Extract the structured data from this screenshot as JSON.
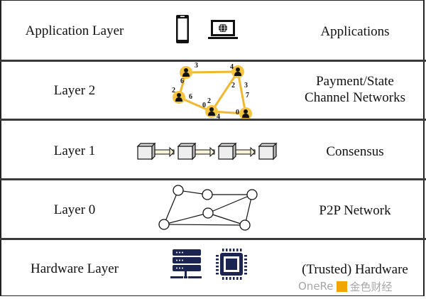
{
  "layers": [
    {
      "name": "Application Layer",
      "description": "Applications",
      "illustration": [
        "smartphone-icon",
        "laptop-globe-icon"
      ]
    },
    {
      "name": "Layer 2",
      "description": "Payment/State Channel Networks",
      "description_lines": [
        "Payment/State",
        "Channel Networks"
      ],
      "illustration": [
        "payment-channel-network"
      ]
    },
    {
      "name": "Layer 1",
      "description": "Consensus",
      "illustration": [
        "blockchain-blocks"
      ]
    },
    {
      "name": "Layer 0",
      "description": "P2P Network",
      "illustration": [
        "p2p-graph"
      ]
    },
    {
      "name": "Hardware Layer",
      "description": "(Trusted) Hardware",
      "illustration": [
        "server-icon",
        "cpu-chip-icon"
      ]
    }
  ],
  "payment_network": {
    "node_color": "#f5c542",
    "edge_color": "#f0b82d",
    "edge_labels": [
      "3",
      "6",
      "4",
      "2",
      "3",
      "7",
      "2",
      "6",
      "0",
      "2",
      "4",
      "0"
    ]
  },
  "blockchain": {
    "block_count": 4
  },
  "watermark": {
    "text": "OneRe",
    "text_cn": "金色财经"
  },
  "colors": {
    "hardware_icon": "#1c2452",
    "border": "#222222"
  }
}
